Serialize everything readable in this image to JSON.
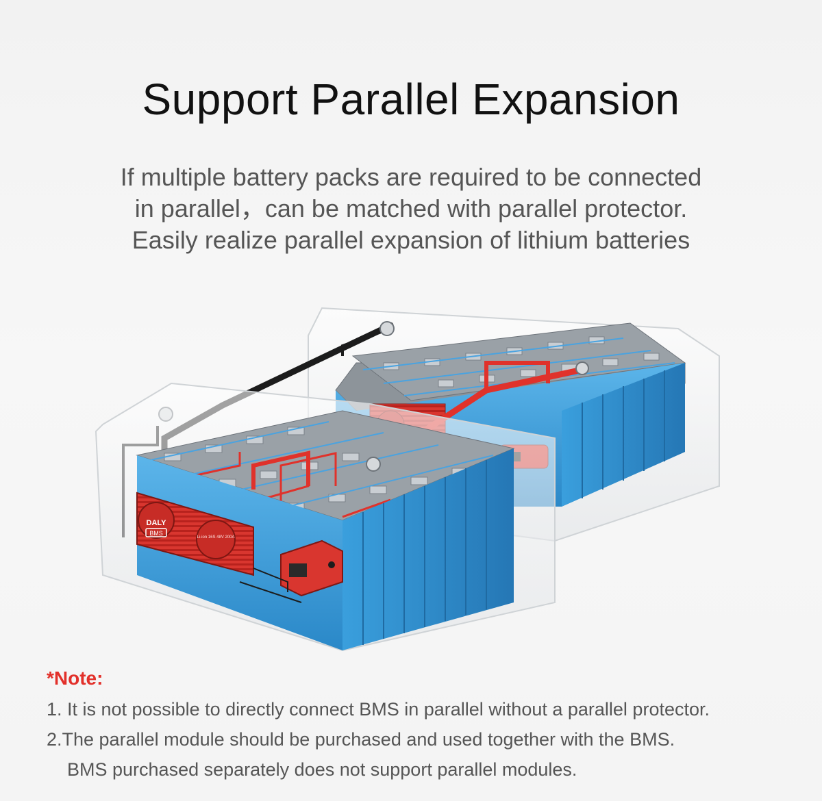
{
  "header": {
    "title": "Support Parallel Expansion",
    "subtitle_lines": [
      "If multiple battery packs are required to be connected",
      "in parallel，can be matched with parallel protector.",
      "Easily realize parallel expansion of lithium batteries"
    ]
  },
  "illustration": {
    "bms_logo": "DALY",
    "bms_badge": "BMS",
    "bms_spec": "Li-ion 16S 48V 200A",
    "colors": {
      "cell": "#3a9fdd",
      "busbar": "#e0322b",
      "bms": "#d9362f",
      "case": "#e6e8ea"
    }
  },
  "note": {
    "title": "*Note:",
    "lines": [
      "1. It is not possible to directly connect BMS in parallel without a parallel protector.",
      "2.The parallel module should be purchased and used together with the BMS.",
      "BMS purchased separately does not support parallel modules."
    ]
  }
}
